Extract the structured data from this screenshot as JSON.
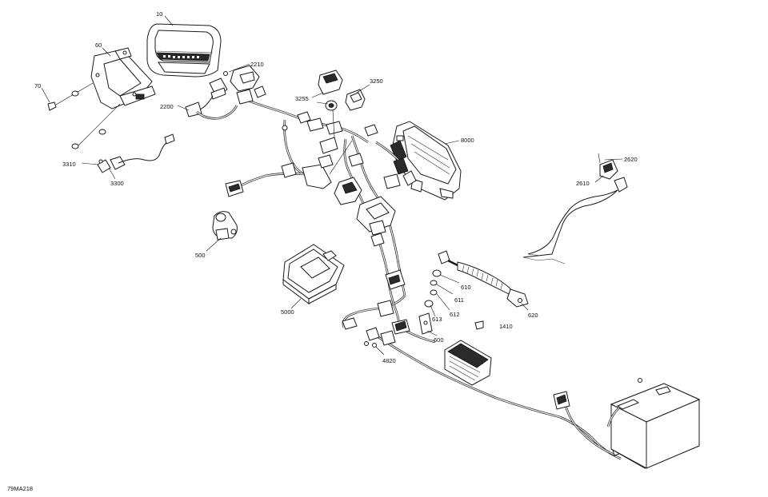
{
  "reference_code": "79MA218",
  "callouts": {
    "c10": "10",
    "c60": "60",
    "c70": "70",
    "c2210": "2210",
    "c2200": "2200",
    "c3310": "3310",
    "c3300": "3300",
    "c3255": "3255",
    "c3250": "3250",
    "c8000": "8000",
    "c2620": "2620",
    "c2610": "2610",
    "c500": "500",
    "c5000": "5000",
    "c610": "610",
    "c611": "611",
    "c612": "612",
    "c613": "613",
    "c620": "620",
    "c600": "600",
    "c1410": "1410",
    "c4820": "4820"
  }
}
